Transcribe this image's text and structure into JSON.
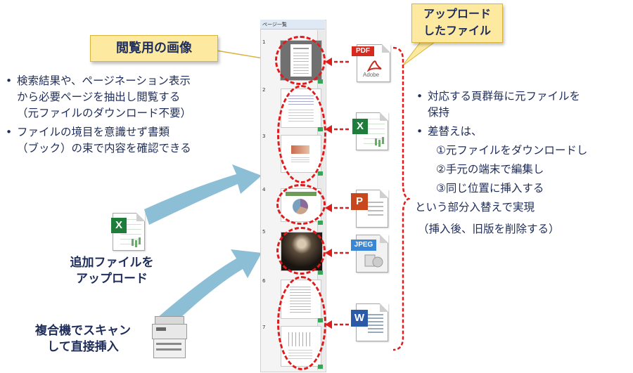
{
  "callouts": {
    "view_image": "閲覧用の画像",
    "uploaded_file_line1": "アップロード",
    "uploaded_file_line2": "したファイル"
  },
  "left_bullets": {
    "item1_line1": "検索結果や、ページネーション表示",
    "item1_line2": "から必要ページを抽出し閲覧する",
    "item1_line3": "（元ファイルのダウンロード不要）",
    "item2_line1": "ファイルの境目を意識せず書類",
    "item2_line2": "（ブック）の束で内容を確認できる"
  },
  "right_bullets": {
    "item1_line1": "対応する頁群毎に元ファイルを",
    "item1_line2": "保持",
    "item2_line1": "差替えは、",
    "step1": "①元ファイルをダウンロードし",
    "step2": "②手元の端末で編集し",
    "step3": "③同じ位置に挿入する",
    "line_partial": "という部分入替えで実現",
    "line_note": "（挿入後、旧版を削除する）"
  },
  "labels": {
    "add_line1": "追加ファイルを",
    "add_line2": "アップロード",
    "scan_line1": "複合機でスキャン",
    "scan_line2": "して直接挿入"
  },
  "page_strip": {
    "header": "ページ一覧",
    "page_numbers": [
      "1",
      "2",
      "3",
      "4",
      "5",
      "6",
      "7"
    ]
  },
  "file_icons": {
    "pdf_badge": "PDF",
    "pdf_brand": "Adobe",
    "jpeg_badge": "JPEG",
    "excel_letter": "X",
    "ppt_letter": "P",
    "word_letter": "W"
  },
  "colors": {
    "callout_fill": "#fde9a0",
    "text_navy": "#1f2d5a",
    "dashed_red": "#e01b1b",
    "arrow_blue": "#8cbfd6"
  }
}
